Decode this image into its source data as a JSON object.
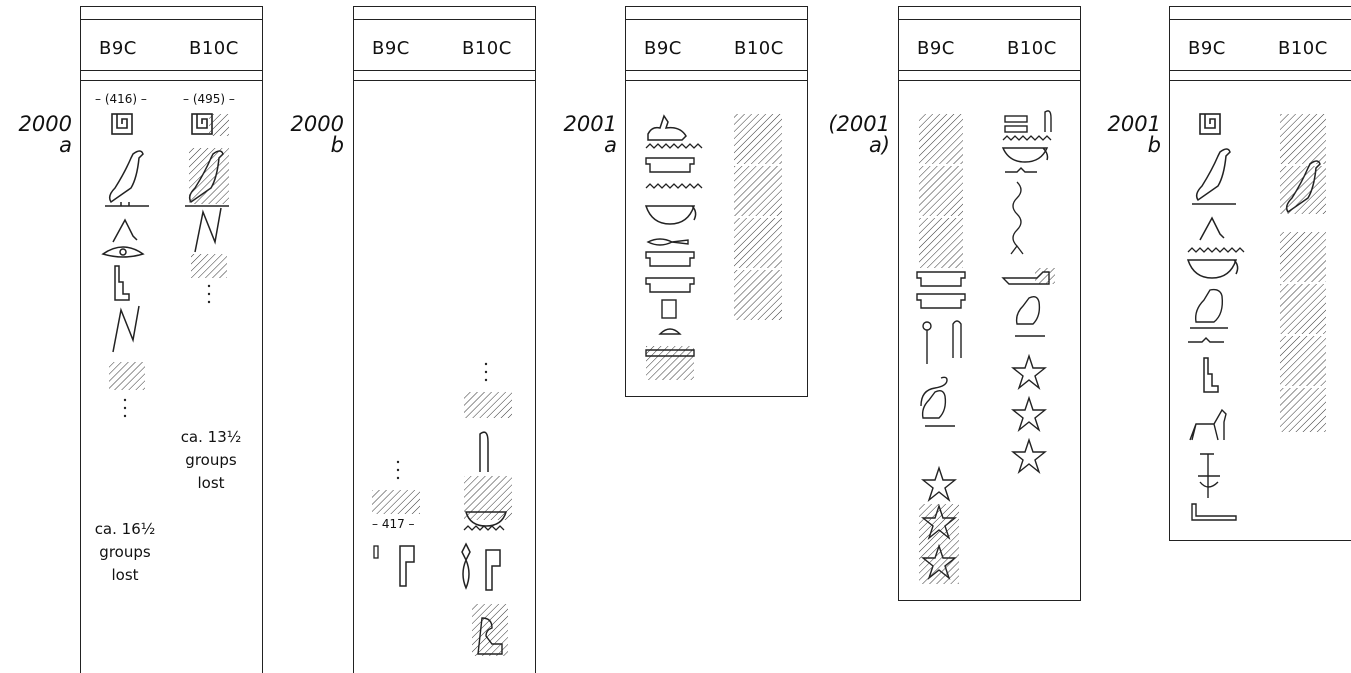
{
  "columns": [
    "B9C",
    "B10C"
  ],
  "panels": [
    {
      "id": "p1",
      "label_line1": "2000",
      "label_line2": "a",
      "b9c_number": "– (416) –",
      "b10c_number": "– (495) –",
      "note_b9c": [
        "ca. 16½",
        "groups",
        "lost"
      ],
      "note_b10c": [
        "ca. 13½",
        "groups",
        "lost"
      ]
    },
    {
      "id": "p2",
      "label_line1": "2000",
      "label_line2": "b",
      "b9c_number": "– 417 –"
    },
    {
      "id": "p3",
      "label_line1": "2001",
      "label_line2": "a"
    },
    {
      "id": "p4",
      "label_line1": "(2001",
      "label_line2": "a)"
    },
    {
      "id": "p5",
      "label_line1": "2001",
      "label_line2": "b"
    }
  ]
}
